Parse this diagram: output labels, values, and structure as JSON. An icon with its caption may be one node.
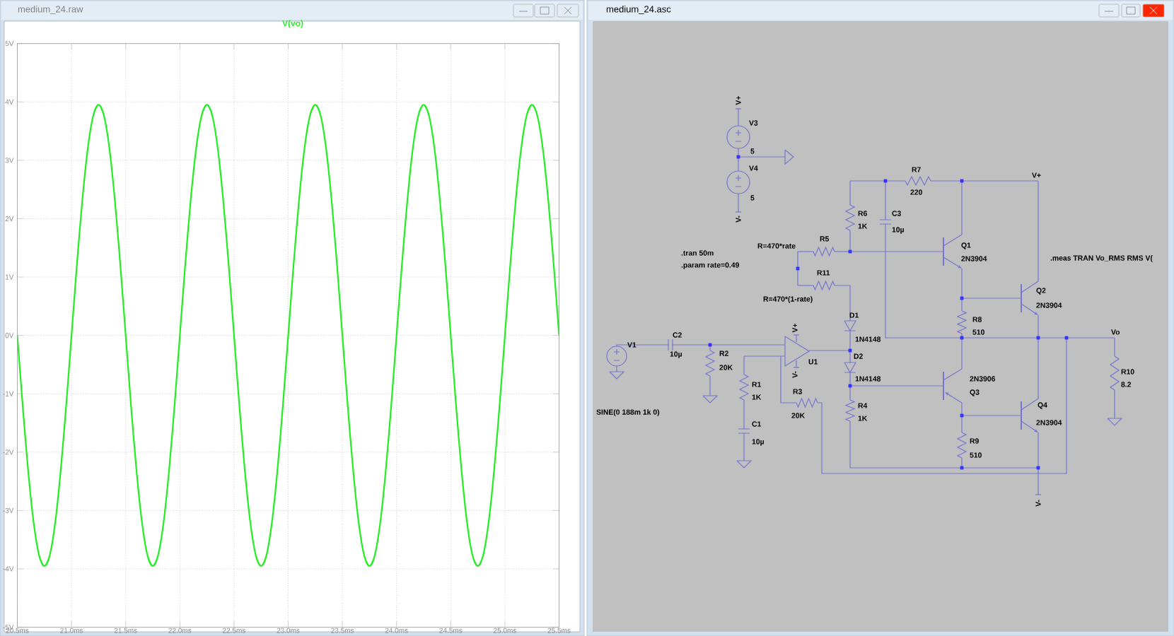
{
  "diagram": {
    "labels": [
      "medium_24.raw",
      "medium_24.asc",
      "V+",
      "V3",
      "5",
      "V4",
      "5",
      "V-",
      "R7",
      "220",
      "V+",
      "R6",
      "1K",
      "C3",
      "10µ",
      "R=470*rate",
      "R5",
      ".tran 50m",
      ".param rate=0.49",
      "Q1",
      "2N3904",
      ".meas TRAN Vo_RMS RMS V(",
      "R11",
      "R=470*(1-rate)",
      "Q2",
      "2N3904",
      "R8",
      "510",
      "D1",
      "V1",
      "C2",
      "10µ",
      "V+",
      "1N4148",
      "Vo",
      "R2",
      "20K",
      "U1",
      "D2",
      "1N4148",
      "2N3906",
      "R10",
      "8.2",
      "Q3",
      "R1",
      "1K",
      "R3",
      "SINE(0 188m 1k 0)",
      "20K",
      "R4",
      "1K",
      "Q4",
      "2N3904",
      "V-",
      "C1",
      "10µ",
      "R9",
      "510",
      "V-"
    ],
    "chart_data": {
      "type": "line",
      "x": [
        20.5,
        20.55,
        20.6,
        20.65,
        20.7,
        20.75,
        20.8,
        20.85,
        20.9,
        20.95,
        21.0,
        21.05,
        21.1,
        21.15,
        21.2,
        21.25,
        21.3,
        21.35,
        21.4,
        21.45,
        21.5,
        21.55,
        21.6,
        21.65,
        21.7,
        21.75,
        21.8,
        21.85,
        21.9,
        21.95,
        22.0,
        22.05,
        22.1,
        22.15,
        22.2,
        22.25,
        22.3,
        22.35,
        22.4,
        22.45,
        22.5,
        22.55,
        22.6,
        22.65,
        22.7,
        22.75,
        22.8,
        22.85,
        22.9,
        22.95,
        23.0,
        23.05,
        23.1,
        23.15,
        23.2,
        23.25,
        23.3,
        23.35,
        23.4,
        23.45,
        23.5,
        23.55,
        23.6,
        23.65,
        23.7,
        23.75,
        23.8,
        23.85,
        23.9,
        23.95,
        24.0,
        24.05,
        24.1,
        24.15,
        24.2,
        24.25,
        24.3,
        24.35,
        24.4,
        24.45,
        24.5,
        24.55,
        24.6,
        24.65,
        24.7,
        24.75,
        24.8,
        24.85,
        24.9,
        24.95,
        25.0,
        25.05,
        25.1,
        25.15,
        25.2,
        25.25,
        25.3,
        25.35,
        25.4,
        25.45,
        25.5
      ],
      "series": [
        {
          "name": "V(vo)",
          "color": "#22ee22",
          "values": [
            0,
            -1.22,
            -2.32,
            -3.2,
            -3.76,
            -3.95,
            -3.76,
            -3.2,
            -2.32,
            -1.22,
            0,
            1.22,
            2.32,
            3.2,
            3.76,
            3.95,
            3.76,
            3.2,
            2.32,
            1.22,
            0,
            -1.22,
            -2.32,
            -3.2,
            -3.76,
            -3.95,
            -3.76,
            -3.2,
            -2.32,
            -1.22,
            0,
            1.22,
            2.32,
            3.2,
            3.76,
            3.95,
            3.76,
            3.2,
            2.32,
            1.22,
            0,
            -1.22,
            -2.32,
            -3.2,
            -3.76,
            -3.95,
            -3.76,
            -3.2,
            -2.32,
            -1.22,
            0,
            1.22,
            2.32,
            3.2,
            3.76,
            3.95,
            3.76,
            3.2,
            2.32,
            1.22,
            0,
            -1.22,
            -2.32,
            -3.2,
            -3.76,
            -3.95,
            -3.76,
            -3.2,
            -2.32,
            -1.22,
            0,
            1.22,
            2.32,
            3.2,
            3.76,
            3.95,
            3.76,
            3.2,
            2.32,
            1.22,
            0,
            -1.22,
            -2.32,
            -3.2,
            -3.76,
            -3.95,
            -3.76,
            -3.2,
            -2.32,
            -1.22,
            0,
            1.22,
            2.32,
            3.2,
            3.76,
            3.95,
            3.76,
            3.2,
            2.32,
            1.22,
            0
          ]
        }
      ],
      "xlim": [
        20.5,
        25.5
      ],
      "ylim": [
        -5,
        5
      ],
      "grid": true,
      "xticks": [
        {
          "value": 20.5,
          "label": "20.5ms"
        },
        {
          "value": 21.0,
          "label": "21.0ms"
        },
        {
          "value": 21.5,
          "label": "21.5ms"
        },
        {
          "value": 22.0,
          "label": "22.0ms"
        },
        {
          "value": 22.5,
          "label": "22.5ms"
        },
        {
          "value": 23.0,
          "label": "23.0ms"
        },
        {
          "value": 23.5,
          "label": "23.5ms"
        },
        {
          "value": 24.0,
          "label": "24.0ms"
        },
        {
          "value": 24.5,
          "label": "24.5ms"
        },
        {
          "value": 25.0,
          "label": "25.0ms"
        },
        {
          "value": 25.5,
          "label": "25.5ms"
        }
      ],
      "yticks": [
        {
          "value": -5,
          "label": "-5V"
        },
        {
          "value": -4,
          "label": "-4V"
        },
        {
          "value": -3,
          "label": "-3V"
        },
        {
          "value": -2,
          "label": "-2V"
        },
        {
          "value": -1,
          "label": "-1V"
        },
        {
          "value": 0,
          "label": "0V"
        },
        {
          "value": 1,
          "label": "1V"
        },
        {
          "value": 2,
          "label": "2V"
        },
        {
          "value": 3,
          "label": "3V"
        },
        {
          "value": 4,
          "label": "4V"
        },
        {
          "value": 5,
          "label": "5V"
        }
      ]
    }
  }
}
